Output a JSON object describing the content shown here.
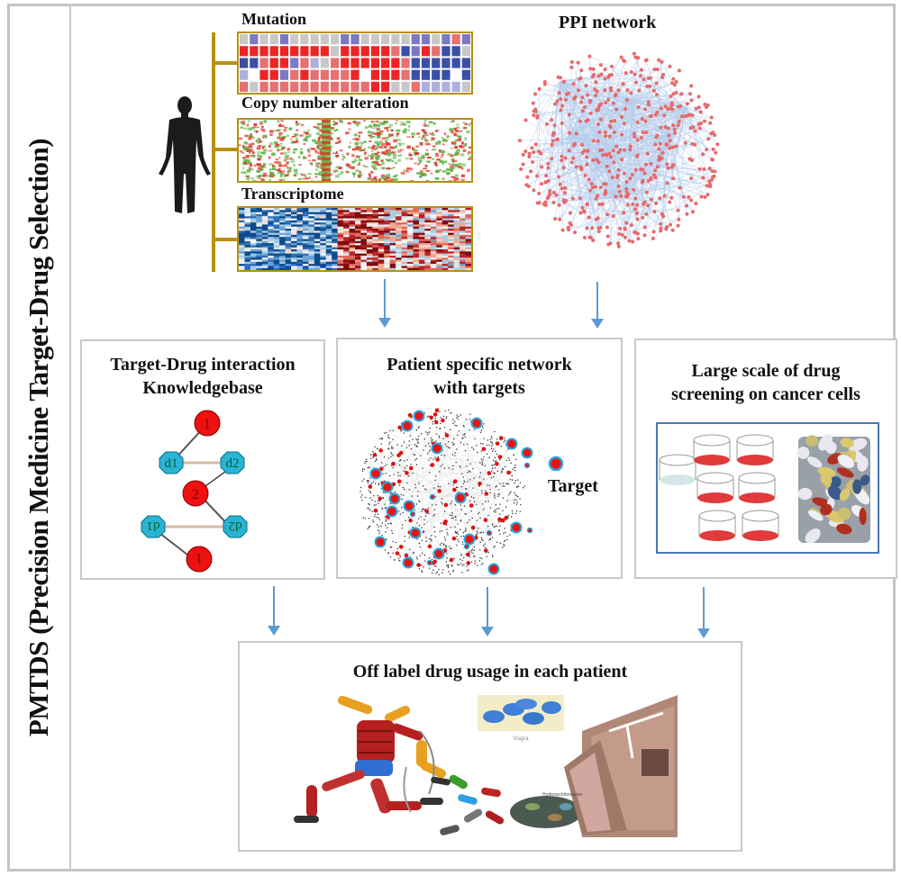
{
  "side_title": "PMTDS (Precision Medicine Target-Drug Selection)",
  "omics": {
    "human_icon": "human-silhouette-icon",
    "bracket_color": "#b8900e",
    "mutation_label": "Mutation",
    "cna_label": "Copy number alteration",
    "transcriptome_label": "Transcriptome",
    "mutation_grid": [
      "gbggbgggggbbgggggbbgbrb",
      "RRRRRRRRRgRRRRRrBbRrBB",
      "BBrRRbrlgrRRRRRRrBBBBBB",
      "lwRRbrRrrrrRwRRRrBBBBwB",
      "rgrrrrrrrrrrrRRggrllll"
    ]
  },
  "ppi": {
    "label": "PPI network",
    "node_color": "#e8696b",
    "edge_color": "#2f6fc7"
  },
  "panels": {
    "knowledgebase": {
      "title_line1": "Target-Drug interaction",
      "title_line2": "Knowledgebase",
      "nodes": [
        {
          "id": "t1",
          "label": "1",
          "kind": "target"
        },
        {
          "id": "d1",
          "label": "d1",
          "kind": "drug"
        },
        {
          "id": "d2",
          "label": "d2",
          "kind": "drug"
        },
        {
          "id": "t2",
          "label": "2",
          "kind": "target"
        },
        {
          "id": "d1b",
          "label": "d1",
          "kind": "drug"
        },
        {
          "id": "d2b",
          "label": "d2",
          "kind": "drug"
        },
        {
          "id": "t3",
          "label": "1",
          "kind": "target"
        }
      ],
      "target_color": "#ee1111",
      "drug_color": "#2bb3d6"
    },
    "patient_network": {
      "title_line1": "Patient specific network",
      "title_line2": "with targets",
      "legend_label": "Target",
      "target_fill": "#ee1111",
      "target_ring": "#22a8e0"
    },
    "drug_screening": {
      "title_line1": "Large scale of drug",
      "title_line2": "screening on cancer cells",
      "dishes": {
        "control": 1,
        "treated": 6
      },
      "treated_color": "#e03a3a",
      "control_color": "#d4e6e8"
    },
    "off_label": {
      "title": "Off label drug usage in each patient",
      "pill_caption": "Viagra",
      "bottle_caption": "Hydroxychloroquine"
    }
  },
  "arrow_color": "#5b9bd5"
}
